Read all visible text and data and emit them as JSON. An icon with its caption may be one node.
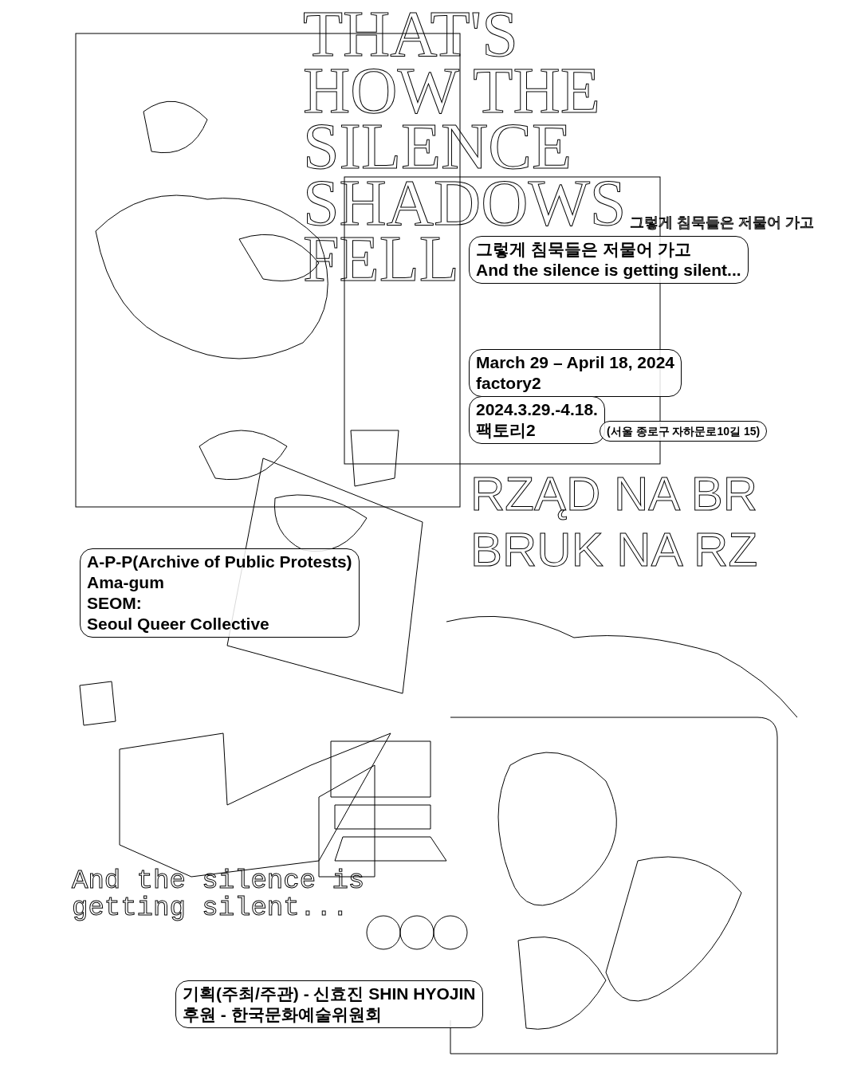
{
  "diagram": {
    "title": "THAT'S HOW THE SILENCE SHADOWS FELL",
    "nodes": [
      {
        "text": [
          "그렇게 침묵들은 저물어 가고",
          "And the silence is getting silent..."
        ]
      },
      {
        "text": [
          "March 29 – April 18, 2024",
          "factory2"
        ]
      },
      {
        "text": [
          "2024.3.29.-4.18.",
          "팩토리2"
        ]
      },
      {
        "text": [
          "(서울 종로구 자하문로10길 15)"
        ]
      },
      {
        "text": [
          "A-P-P(Archive of Public Protests)",
          "Ama-gum",
          "SEOM:",
          "Seoul Queer Collective"
        ]
      },
      {
        "text": [
          "기획(주최/주관) - 신효진 SHIN HYOJIN",
          "후원 - 한국문화예술위원회"
        ]
      }
    ],
    "labels": [
      "그렇게 침묵들은 저물어 가고",
      "RZĄD NA BR",
      "BRUK NA RZ",
      "And the silence is getting silent..."
    ]
  }
}
